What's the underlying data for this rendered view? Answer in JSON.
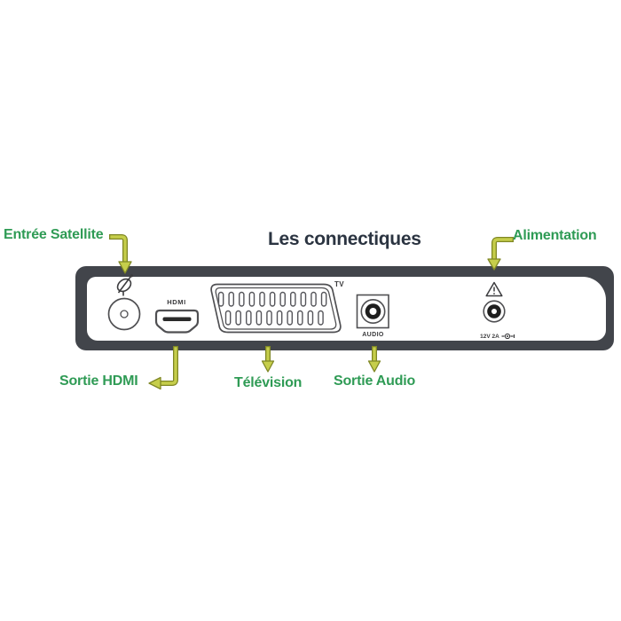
{
  "title": "Les connectiques",
  "callouts": {
    "satellite": "Entrée Satellite",
    "power": "Alimentation",
    "hdmi_out": "Sortie HDMI",
    "television": "Télévision",
    "audio_out": "Sortie Audio"
  },
  "panel": {
    "hdmi_port_label": "HDMI",
    "scart_port_label": "TV",
    "audio_jack_label": "AUDIO",
    "power_jack_label": "12V 2A"
  },
  "icons": {
    "satellite_dish": "satellite-dish-icon",
    "warning_triangle": "warning-triangle-icon",
    "dc_polarity": "dc-polarity-icon"
  },
  "colors": {
    "label_green": "#2f9b55",
    "arrow_fill": "#c6ce4b",
    "arrow_outline": "#7f8725",
    "panel_dark": "#42454b",
    "title_dark": "#2b3441"
  }
}
